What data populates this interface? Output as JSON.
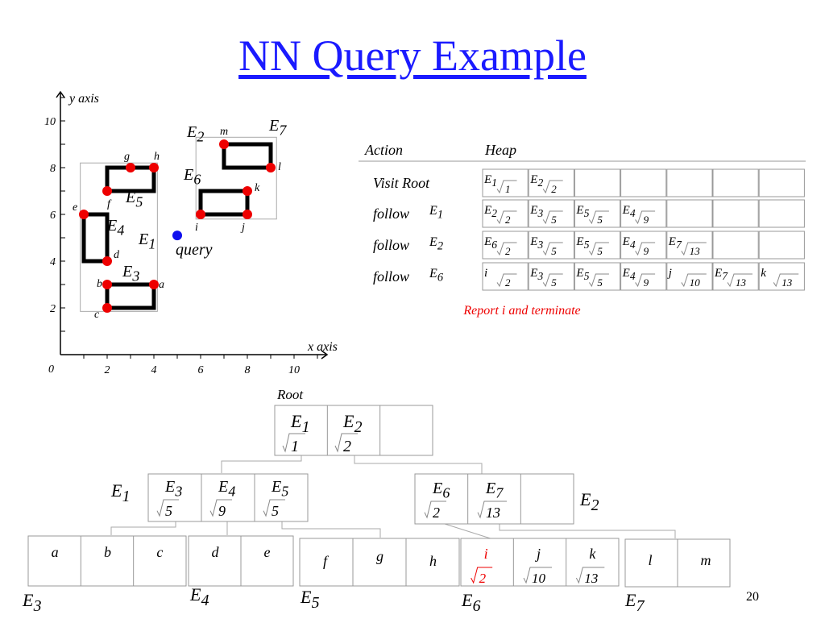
{
  "title": "NN Query Example",
  "page_number": "20",
  "plot": {
    "y_axis_label": "y axis",
    "x_axis_label": "x axis",
    "origin": "0",
    "x_ticks": [
      "2",
      "4",
      "6",
      "8",
      "10"
    ],
    "y_ticks": [
      "2",
      "4",
      "6",
      "8",
      "10"
    ],
    "query_label": "query",
    "query_point": {
      "x": 5,
      "y": 5.1
    },
    "points": [
      {
        "name": "a",
        "x": 4,
        "y": 3
      },
      {
        "name": "b",
        "x": 2,
        "y": 3
      },
      {
        "name": "c",
        "x": 2,
        "y": 2
      },
      {
        "name": "d",
        "x": 2,
        "y": 4
      },
      {
        "name": "e",
        "x": 1,
        "y": 6
      },
      {
        "name": "f",
        "x": 2,
        "y": 7
      },
      {
        "name": "g",
        "x": 3,
        "y": 8
      },
      {
        "name": "h",
        "x": 4,
        "y": 8
      },
      {
        "name": "i",
        "x": 6,
        "y": 6
      },
      {
        "name": "j",
        "x": 8,
        "y": 6
      },
      {
        "name": "k",
        "x": 8,
        "y": 7
      },
      {
        "name": "l",
        "x": 9,
        "y": 8
      },
      {
        "name": "m",
        "x": 7,
        "y": 9
      }
    ],
    "region_labels": [
      {
        "letter": "E",
        "sub": "1"
      },
      {
        "letter": "E",
        "sub": "2"
      },
      {
        "letter": "E",
        "sub": "3"
      },
      {
        "letter": "E",
        "sub": "4"
      },
      {
        "letter": "E",
        "sub": "5"
      },
      {
        "letter": "E",
        "sub": "6"
      },
      {
        "letter": "E",
        "sub": "7"
      }
    ]
  },
  "heap_table": {
    "col_action": "Action",
    "col_heap": "Heap",
    "rows": [
      {
        "action": "Visit Root",
        "action_sub": {
          "letter": "",
          "sub": ""
        },
        "cells": [
          {
            "l": "E",
            "s": "1",
            "d": "1"
          },
          {
            "l": "E",
            "s": "2",
            "d": "2"
          }
        ]
      },
      {
        "action": "follow",
        "action_sub": {
          "letter": "E",
          "sub": "1"
        },
        "cells": [
          {
            "l": "E",
            "s": "2",
            "d": "2"
          },
          {
            "l": "E",
            "s": "3",
            "d": "5"
          },
          {
            "l": "E",
            "s": "5",
            "d": "5"
          },
          {
            "l": "E",
            "s": "4",
            "d": "9"
          }
        ]
      },
      {
        "action": "follow",
        "action_sub": {
          "letter": "E",
          "sub": "2"
        },
        "cells": [
          {
            "l": "E",
            "s": "6",
            "d": "2"
          },
          {
            "l": "E",
            "s": "3",
            "d": "5"
          },
          {
            "l": "E",
            "s": "5",
            "d": "5"
          },
          {
            "l": "E",
            "s": "4",
            "d": "9"
          },
          {
            "l": "E",
            "s": "7",
            "d": "13"
          }
        ]
      },
      {
        "action": "follow",
        "action_sub": {
          "letter": "E",
          "sub": "6"
        },
        "cells": [
          {
            "l": "i",
            "s": "",
            "d": "2"
          },
          {
            "l": "E",
            "s": "3",
            "d": "5"
          },
          {
            "l": "E",
            "s": "5",
            "d": "5"
          },
          {
            "l": "E",
            "s": "4",
            "d": "9"
          },
          {
            "l": "j",
            "s": "",
            "d": "10"
          },
          {
            "l": "E",
            "s": "7",
            "d": "13"
          },
          {
            "l": "k",
            "s": "",
            "d": "13"
          }
        ]
      }
    ],
    "report": "Report i and terminate"
  },
  "tree": {
    "root_label": "Root",
    "root_entries": [
      {
        "l": "E",
        "s": "1",
        "d": "1"
      },
      {
        "l": "E",
        "s": "2",
        "d": "2"
      }
    ],
    "e1_label": {
      "letter": "E",
      "sub": "1"
    },
    "e1_entries": [
      {
        "l": "E",
        "s": "3",
        "d": "5"
      },
      {
        "l": "E",
        "s": "4",
        "d": "9"
      },
      {
        "l": "E",
        "s": "5",
        "d": "5"
      }
    ],
    "e2_label": {
      "letter": "E",
      "sub": "2"
    },
    "e2_entries": [
      {
        "l": "E",
        "s": "6",
        "d": "2"
      },
      {
        "l": "E",
        "s": "7",
        "d": "13"
      }
    ],
    "leaves": [
      {
        "label": {
          "letter": "E",
          "sub": "3"
        },
        "entries": [
          "a",
          "b",
          "c"
        ]
      },
      {
        "label": {
          "letter": "E",
          "sub": "4"
        },
        "entries": [
          "d",
          "e"
        ]
      },
      {
        "label": {
          "letter": "E",
          "sub": "5"
        },
        "entries": [
          "f",
          "g",
          "h"
        ]
      },
      {
        "label": {
          "letter": "E",
          "sub": "6"
        },
        "entries": [
          {
            "l": "i",
            "d": "2"
          },
          {
            "l": "j",
            "d": "10"
          },
          {
            "l": "k",
            "d": "13"
          }
        ]
      },
      {
        "label": {
          "letter": "E",
          "sub": "7"
        },
        "entries": [
          "l",
          "m"
        ]
      }
    ]
  },
  "colors": {
    "title": "#1a1aff",
    "point": "#ee0000",
    "query": "#1010ee",
    "highlight": "#ee0000",
    "box": "#aaaaaa"
  }
}
